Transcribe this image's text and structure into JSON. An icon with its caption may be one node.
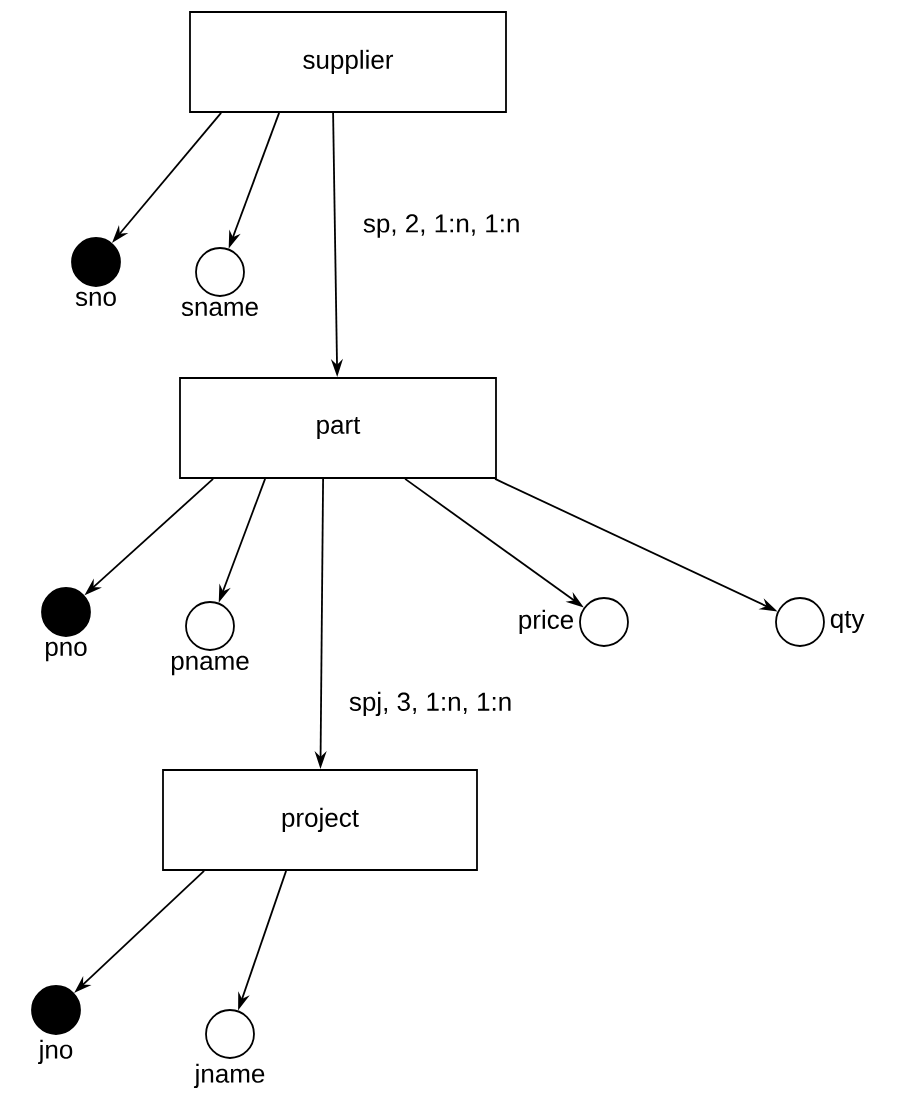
{
  "diagram": {
    "nodes": [
      {
        "text": [
          "supplier"
        ]
      },
      {
        "text": [],
        "shape": "dot",
        "beside": [
          "sno"
        ]
      },
      {
        "text": [],
        "shape": "circle",
        "beside": [
          "sname"
        ]
      },
      {
        "text": [
          "part"
        ]
      },
      {
        "text": [],
        "shape": "dot",
        "beside": [
          "pno"
        ]
      },
      {
        "text": [],
        "shape": "circle",
        "beside": [
          "pname"
        ]
      },
      {
        "text": [],
        "shape": "circle",
        "beside": [
          "price"
        ]
      },
      {
        "text": [],
        "shape": "circle",
        "beside": [
          "qty"
        ]
      },
      {
        "text": [
          "project"
        ]
      },
      {
        "text": [],
        "shape": "dot",
        "beside": [
          "jno"
        ]
      },
      {
        "text": [],
        "shape": "circle",
        "beside": [
          "jname"
        ]
      }
    ],
    "edges": [
      {
        "from": 0,
        "to": 1,
        "arrow": "to"
      },
      {
        "from": 0,
        "to": 2,
        "arrow": "to"
      },
      {
        "from": 0,
        "to": 3,
        "arrow": "to",
        "label": "sp, 2, 1:n, 1:n"
      },
      {
        "from": 3,
        "to": 4,
        "arrow": "to"
      },
      {
        "from": 3,
        "to": 5,
        "arrow": "to"
      },
      {
        "from": 3,
        "to": 8,
        "arrow": "to",
        "label": "spj, 3, 1:n, 1:n"
      },
      {
        "from": 3,
        "to": 6,
        "arrow": "to"
      },
      {
        "from": 3,
        "to": 7,
        "arrow": "to"
      },
      {
        "from": 8,
        "to": 9,
        "arrow": "to"
      },
      {
        "from": 8,
        "to": 10,
        "arrow": "to"
      }
    ]
  }
}
